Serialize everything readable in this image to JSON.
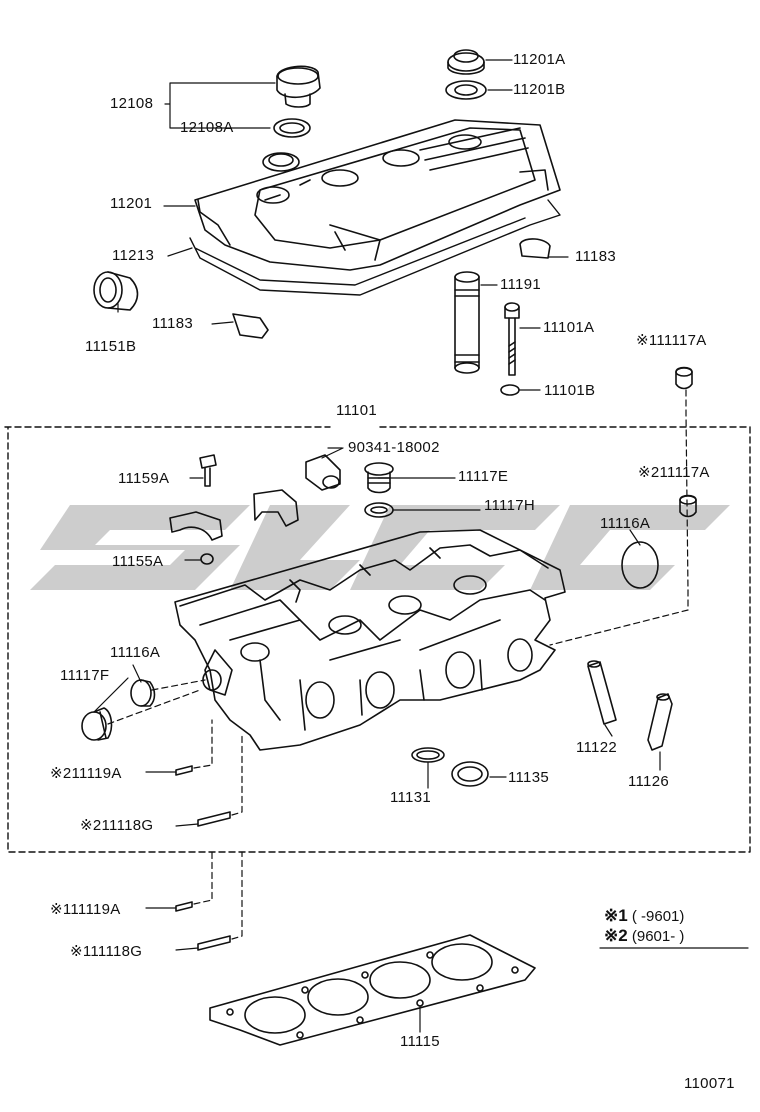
{
  "labels": {
    "p11201A": "11201A",
    "p11201B": "11201B",
    "p12108": "12108",
    "p12108A": "12108A",
    "p11201": "11201",
    "p11213": "11213",
    "p11183a": "11183",
    "p11191": "11191",
    "p11151B": "11151B",
    "p11183b": "11183",
    "p11101A": "11101A",
    "p111117A": "※111117A",
    "p11101B": "11101B",
    "p11101": "11101",
    "p90341": "90341-18002",
    "p11159A": "11159A",
    "p11117E": "11117E",
    "p211117A": "※211117A",
    "p11117H": "11117H",
    "p11116Aa": "11116A",
    "p11155A": "11155A",
    "p11116Ab": "11116A",
    "p11117F": "11117F",
    "p11122": "11122",
    "p11126": "11126",
    "p211119A": "※211119A",
    "p11131": "11131",
    "p11135": "11135",
    "p211118G": "※211118G",
    "p111119A": "※111119A",
    "p111118G": "※111118G",
    "p11115": "11115",
    "diagramId": "110071"
  },
  "notes": {
    "n1_mark": "※1",
    "n1_range": "(      -9601)",
    "n2_mark": "※2",
    "n2_range": "(9601-      )"
  },
  "colors": {
    "line": "#111111",
    "watermark": "#c8c8c8"
  }
}
